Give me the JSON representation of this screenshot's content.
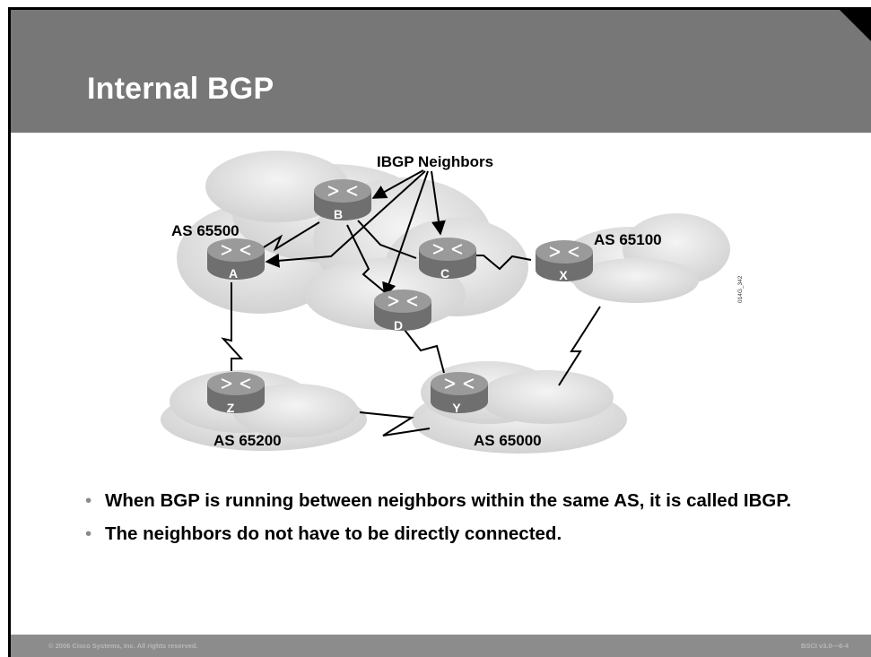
{
  "slide": {
    "title": "Internal BGP",
    "bullets": [
      "When BGP is running between neighbors within the same AS, it is called IBGP.",
      "The neighbors do not have to be directly connected."
    ],
    "footer_left": "© 2006 Cisco Systems, Inc. All rights reserved.",
    "footer_right": "BSCI v3.0—6-4"
  },
  "diagram": {
    "callout": "IBGP Neighbors",
    "figure_code": "014G_342",
    "autonomous_systems": [
      "AS 65500",
      "AS 65100",
      "AS 65200",
      "AS 65000"
    ],
    "routers": [
      "A",
      "B",
      "C",
      "D",
      "X",
      "Y",
      "Z"
    ],
    "colors": {
      "router_body": "#6f6f6f",
      "router_top": "#9a9a9a",
      "cloud": "#e6e6e6",
      "title_bar": "#777777",
      "footer": "#8c8c8c"
    }
  }
}
